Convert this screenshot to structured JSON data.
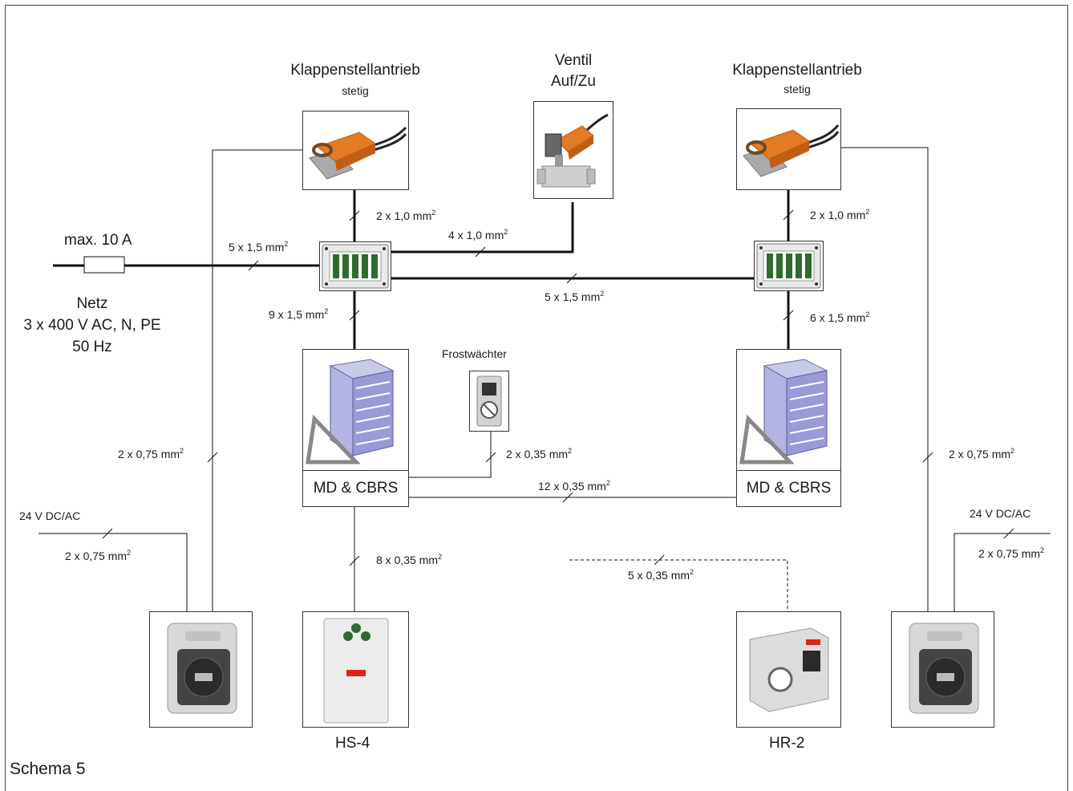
{
  "diagram": {
    "title": "Schema 5",
    "supply": {
      "fuse_label": "max. 10 A",
      "net_line1": "Netz",
      "net_line2": "3 x 400 V AC, N, PE",
      "net_line3": "50 Hz"
    },
    "actuator_left": {
      "title": "Klappenstellantrieb",
      "subtitle": "stetig"
    },
    "valve": {
      "title_line1": "Ventil",
      "title_line2": "Auf/Zu"
    },
    "actuator_right": {
      "title": "Klappenstellantrieb",
      "subtitle": "stetig"
    },
    "frost": {
      "title": "Frostwächter"
    },
    "unit_left": {
      "label": "MD & CBRS"
    },
    "unit_right": {
      "label": "MD & CBRS"
    },
    "controller_hs": {
      "label": "HS-4"
    },
    "controller_hr": {
      "label": "HR-2"
    },
    "power_left": {
      "label": "24 V DC/AC"
    },
    "power_right": {
      "label": "24 V DC/AC"
    },
    "cables": {
      "act_left_to_box": "2 x 1,0 mm",
      "valve_to_box": "4 x 1,0 mm",
      "supply_to_box": "5 x 1,5 mm",
      "box_to_box": "5 x 1,5 mm",
      "act_right_to_box": "2 x 1,0 mm",
      "box_to_unit_left": "9 x 1,5 mm",
      "box_to_unit_right": "6 x 1,5 mm",
      "frost_to_unit": "2 x 0,35 mm",
      "unit_to_unit": "12 x 0,35 mm",
      "unit_to_hs": "8 x 0,35 mm",
      "hr_bus": "5 x 0,35 mm",
      "left_switch_to_actuator": "2 x 0,75 mm",
      "left_power": "2 x 0,75 mm",
      "right_switch_to_actuator": "2 x 0,75 mm",
      "right_power": "2 x 0,75 mm"
    },
    "unit_superscript": "2"
  }
}
